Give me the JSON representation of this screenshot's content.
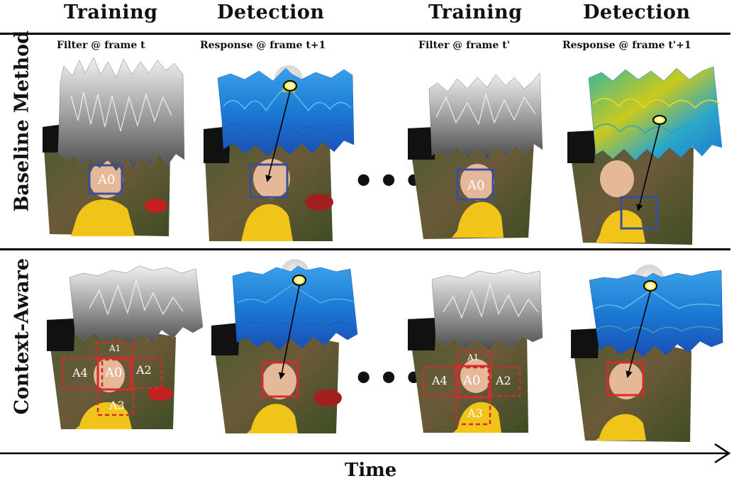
{
  "columns": {
    "c1": "Training",
    "c2": "Detection",
    "c3": "Training",
    "c4": "Detection"
  },
  "subtitles": {
    "s1": "Filter @ frame t",
    "s2": "Response @ frame t+1",
    "s3": "Filter @ frame t'",
    "s4": "Response @ frame t'+1"
  },
  "rows": {
    "r1": "Baseline Method",
    "r2": "Context-Aware"
  },
  "ellipsis": "•••",
  "time_label": "Time",
  "patch_labels": {
    "a0": "A0",
    "a1": "A1",
    "a2": "A2",
    "a3": "A3",
    "a4": "A4"
  },
  "colors": {
    "baseline_box": "#3a4f9a",
    "context_box": "#d62b2b",
    "response_low": "#1f6fd6",
    "response_high": "#f2d200",
    "filter_gray": "#9a9a9a",
    "suit_yellow": "#f0c419"
  }
}
